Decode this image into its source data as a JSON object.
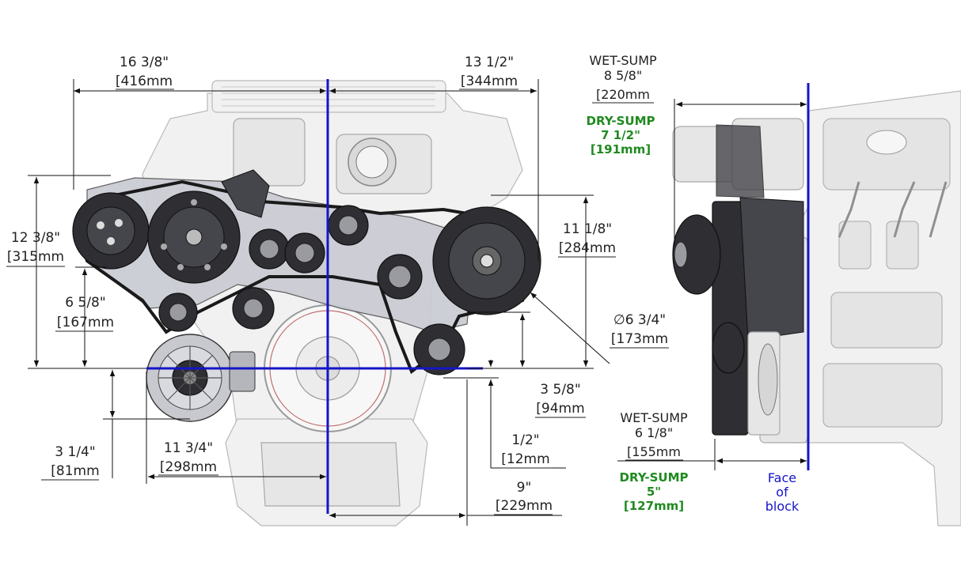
{
  "dimensions": {
    "top_left_width": {
      "imperial": "16 3/8\"",
      "metric": "[416mm"
    },
    "top_right_width": {
      "imperial": "13 1/2\"",
      "metric": "[344mm"
    },
    "left_height": {
      "imperial": "12 3/8\"",
      "metric": "[315mm"
    },
    "left_inner_height": {
      "imperial": "6 5/8\"",
      "metric": "[167mm"
    },
    "right_height": {
      "imperial": "11 1/8\"",
      "metric": "[284mm"
    },
    "balancer_dia": {
      "imperial": "∅6 3/4\"",
      "metric": "[173mm"
    },
    "idler_height": {
      "imperial": "3 5/8\"",
      "metric": "[94mm"
    },
    "alt_drop": {
      "imperial": "3 1/4\"",
      "metric": "[81mm"
    },
    "alt_offset": {
      "imperial": "11 3/4\"",
      "metric": "[298mm"
    },
    "small_offset": {
      "imperial": "1/2\"",
      "metric": "[12mm"
    },
    "bottom_right": {
      "imperial": "9\"",
      "metric": "[229mm"
    }
  },
  "side_view": {
    "wet_sump_top": {
      "label": "WET-SUMP",
      "imperial": "8 5/8\"",
      "metric": "[220mm"
    },
    "dry_sump_top": {
      "label": "DRY-SUMP",
      "imperial": "7 1/2\"",
      "metric": "[191mm]"
    },
    "wet_sump_bottom": {
      "label": "WET-SUMP",
      "imperial": "6 1/8\"",
      "metric": "[155mm"
    },
    "dry_sump_bottom": {
      "label": "DRY-SUMP",
      "imperial": "5\"",
      "metric": "[127mm]"
    },
    "face_of_block": {
      "line1": "Face",
      "line2": "of",
      "line3": "block"
    }
  },
  "colors": {
    "centerline": "#1515c8",
    "dry_sump_text": "#1f8a1f",
    "dimension_lines": "#111111"
  }
}
